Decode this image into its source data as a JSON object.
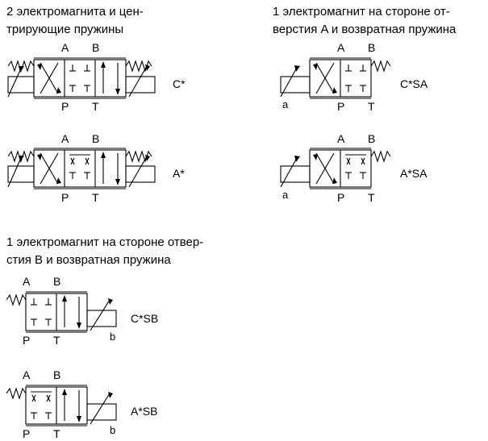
{
  "sections": {
    "double": {
      "title_line1": "2 электромагнита и цен-",
      "title_line2": "трирующие пружины"
    },
    "single_a": {
      "title_line1": "1 электромагнит на стороне от-",
      "title_line2": "верстия A и возвратная пружина"
    },
    "single_b": {
      "title_line1": "1 электромагнит на стороне отвер-",
      "title_line2": "стия B и возвратная пружина"
    }
  },
  "port_labels": {
    "a_port": "A",
    "b_port": "B",
    "p_port": "P",
    "t_port": "T"
  },
  "solenoid_labels": {
    "side_a": "a",
    "side_b": "b"
  },
  "valves": [
    {
      "code": "C*"
    },
    {
      "code": "A*"
    },
    {
      "code": "C*SA"
    },
    {
      "code": "A*SA"
    },
    {
      "code": "C*SB"
    },
    {
      "code": "A*SB"
    }
  ]
}
